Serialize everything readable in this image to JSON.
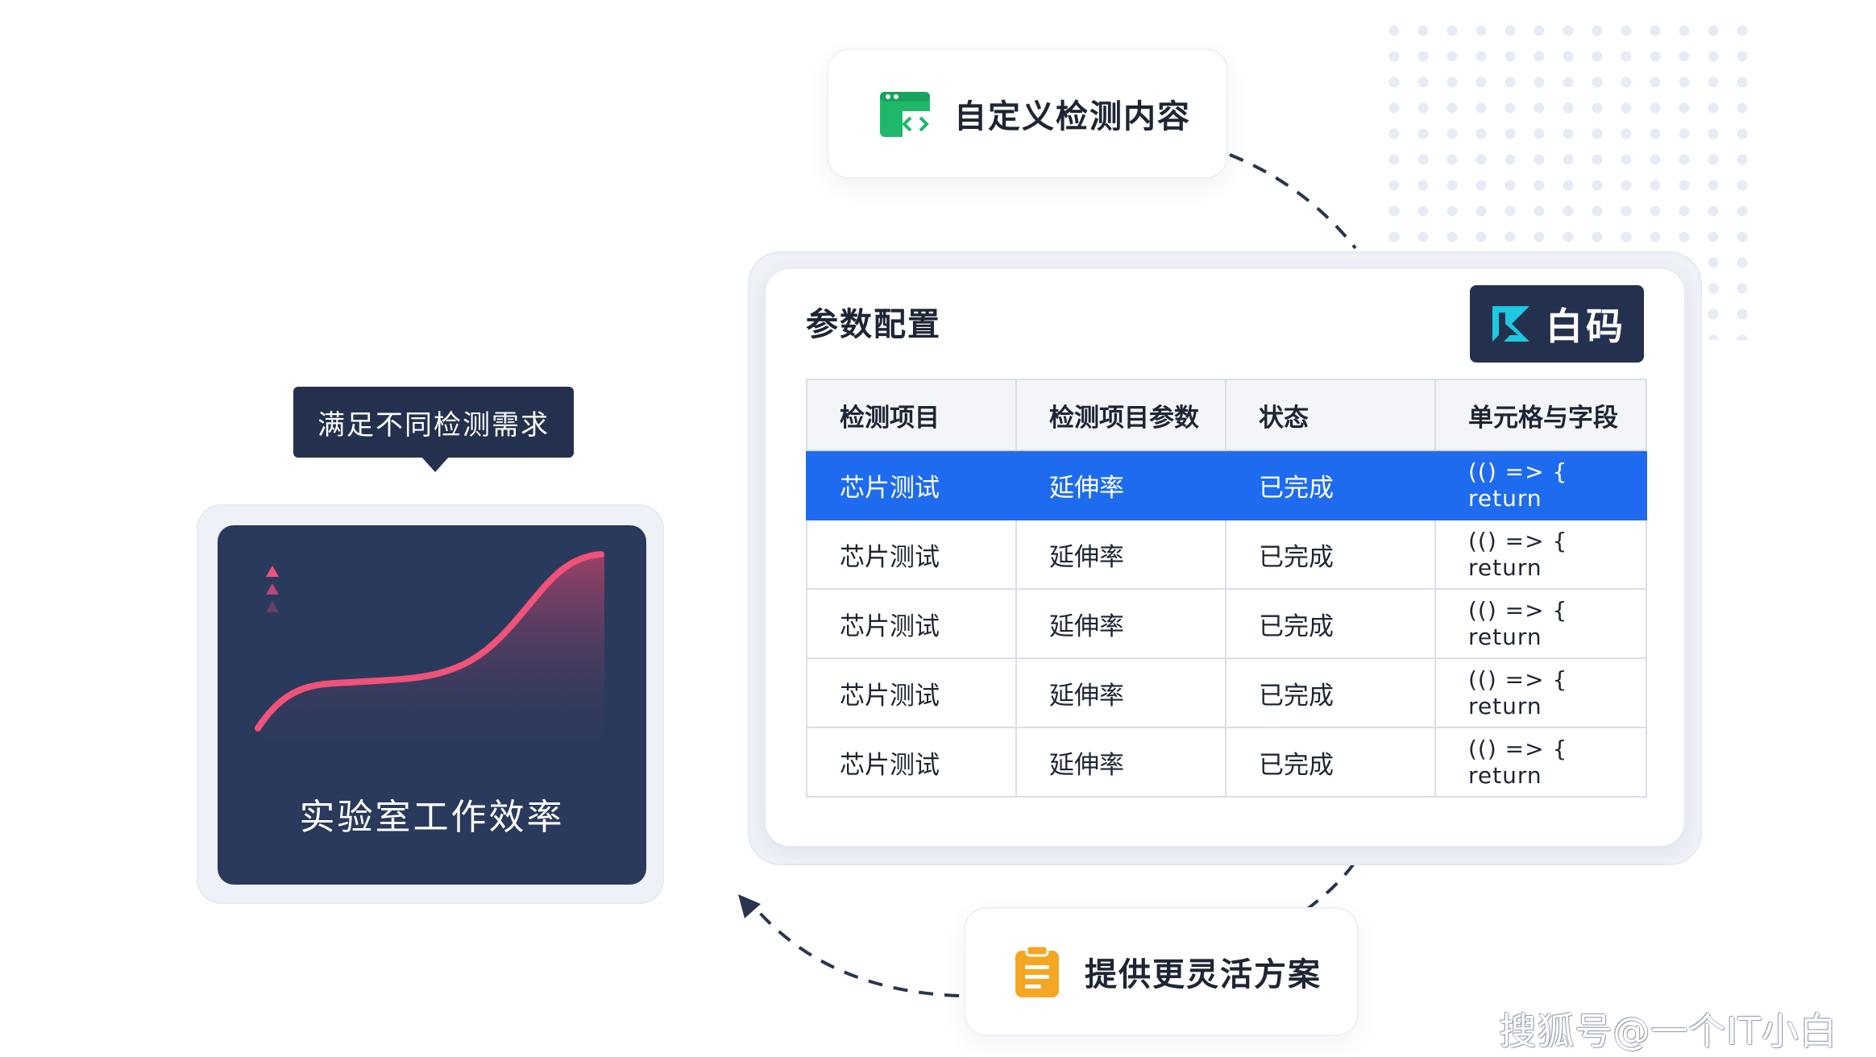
{
  "top_card": {
    "title": "自定义检测内容",
    "icon": "code-window-icon"
  },
  "bottom_card": {
    "title": "提供更灵活方案",
    "icon": "clipboard-icon"
  },
  "panel": {
    "title": "参数配置",
    "logo_text": "白码",
    "headers": [
      "检测项目",
      "检测项目参数",
      "状态",
      "单元格与字段"
    ],
    "rows": [
      {
        "item": "芯片测试",
        "param": "延伸率",
        "status": "已完成",
        "code": "(() => { return",
        "selected": true
      },
      {
        "item": "芯片测试",
        "param": "延伸率",
        "status": "已完成",
        "code": "(() => { return",
        "selected": false
      },
      {
        "item": "芯片测试",
        "param": "延伸率",
        "status": "已完成",
        "code": "(() => { return",
        "selected": false
      },
      {
        "item": "芯片测试",
        "param": "延伸率",
        "status": "已完成",
        "code": "(() => { return",
        "selected": false
      },
      {
        "item": "芯片测试",
        "param": "延伸率",
        "status": "已完成",
        "code": "(() => { return",
        "selected": false
      }
    ]
  },
  "tooltip": {
    "text": "满足不同检测需求"
  },
  "efficiency_card": {
    "title": "实验室工作效率",
    "icon": "trend-up-icon"
  },
  "watermark": "搜狐号@一个IT小白",
  "colors": {
    "accent_blue": "#1e6bf0",
    "dark_navy": "#24314e",
    "curve_pink": "#f0527a",
    "green_icon": "#1fb86b",
    "orange_icon": "#f5a623"
  }
}
